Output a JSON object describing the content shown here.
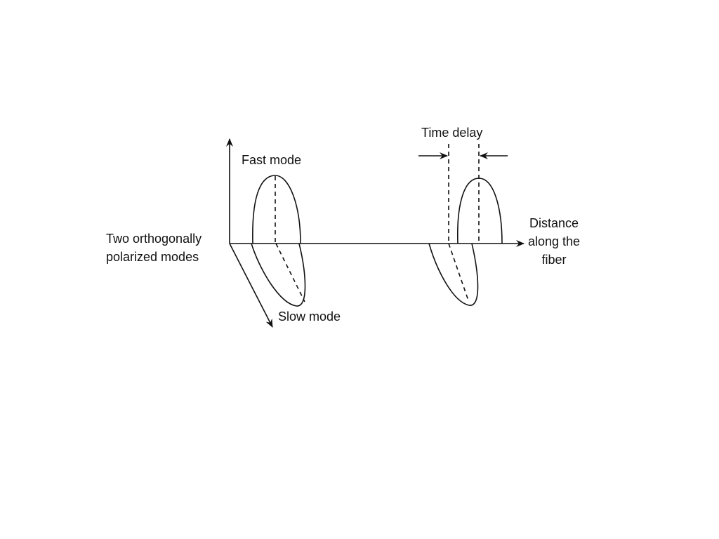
{
  "labels": {
    "fast_mode": "Fast mode",
    "slow_mode": "Slow mode",
    "time_delay": "Time delay",
    "polarized_modes": [
      "Two orthogonally",
      "polarized modes"
    ],
    "distance": [
      "Distance",
      "along the",
      "fiber"
    ]
  },
  "colors": {
    "stroke": "#111111",
    "background": "#ffffff"
  }
}
